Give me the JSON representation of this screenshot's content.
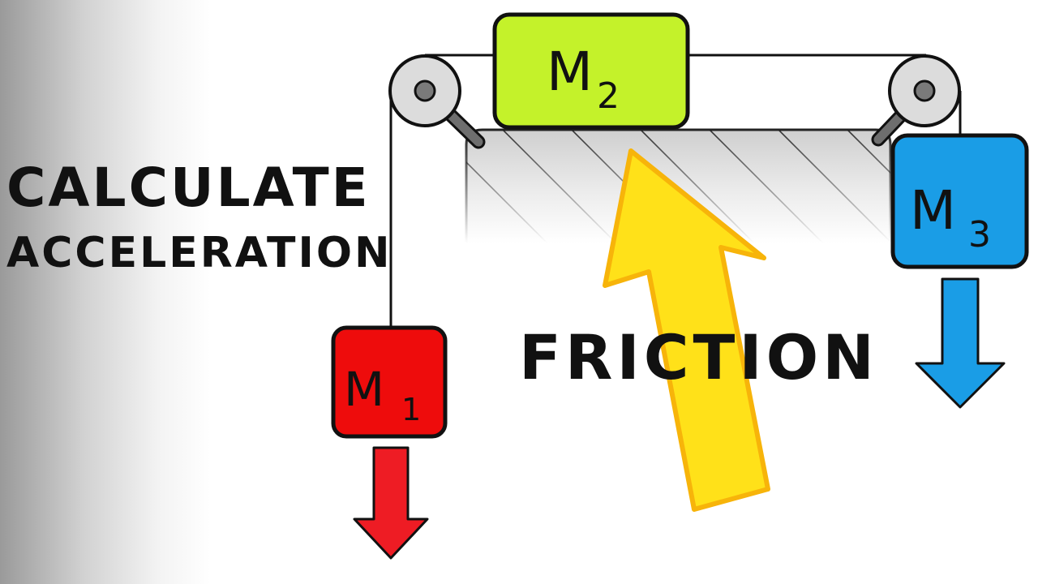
{
  "title": {
    "line1": "CALCULATE",
    "line2": "ACCELERATION"
  },
  "friction_label": "FRICTION",
  "masses": {
    "m1": {
      "letter": "M",
      "subscript": "1",
      "color": "#ee0c0c"
    },
    "m2": {
      "letter": "M",
      "subscript": "2",
      "color": "#c4f22a"
    },
    "m3": {
      "letter": "M",
      "subscript": "3",
      "color": "#1a9de6"
    }
  },
  "colors": {
    "arrow_m1": "#ee1c24",
    "arrow_m3": "#1a9de6",
    "friction_arrow": "#ffe119",
    "friction_arrow_outline": "#f7b40a",
    "outline": "#111111"
  }
}
